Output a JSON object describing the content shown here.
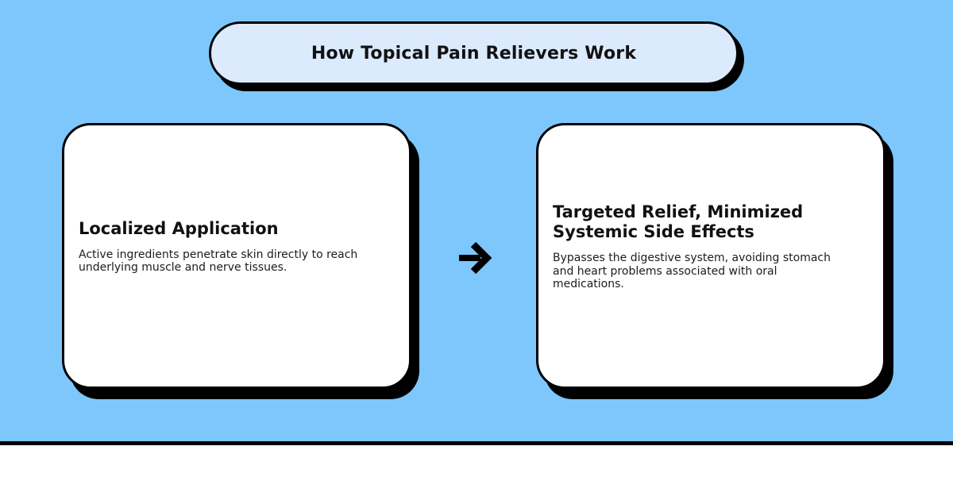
{
  "banner": {
    "title": "How Topical Pain Relievers Work"
  },
  "cards": [
    {
      "title": "Localized Application",
      "description": "Active ingredients penetrate skin directly to reach\nunderlying muscle and nerve tissues."
    },
    {
      "title": "Targeted Relief, Minimized\nSystemic Side Effects",
      "description": "Bypasses the digestive system, avoiding stomach\nand heart problems associated with oral\nmedications."
    }
  ],
  "arrow": {
    "icon": "right-arrow"
  },
  "colors": {
    "background": "#7dc7fc",
    "banner_fill": "#dbeafd",
    "card_fill": "#ffffff",
    "outline": "#000000",
    "title_text": "#111111",
    "body_text": "#1c1c1c"
  }
}
